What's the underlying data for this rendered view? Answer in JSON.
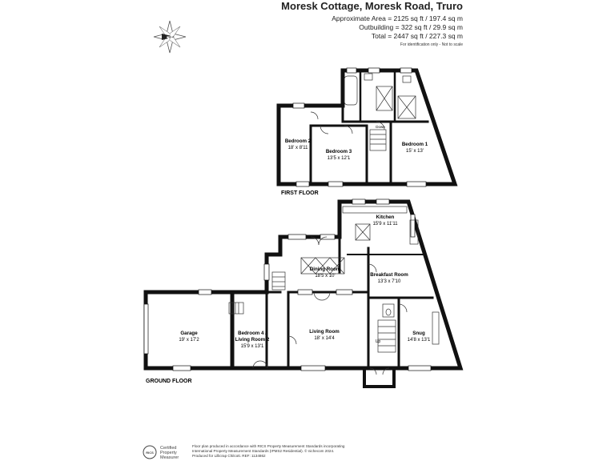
{
  "header": {
    "title": "Moresk Cottage, Moresk Road, Truro",
    "approx_area": "Approximate Area = 2125 sq ft / 197.4 sq m",
    "outbuilding": "Outbuilding = 322 sq ft / 29.9 sq m",
    "total": "Total = 2447 sq ft / 227.3 sq m",
    "note": "For identification only - Not to scale"
  },
  "compass": {
    "letter": "N",
    "icon": "compass-icon"
  },
  "first_floor": {
    "label": "FIRST FLOOR",
    "rooms": [
      {
        "name": "Bedroom 2",
        "dims": "18' x 8'11"
      },
      {
        "name": "Bedroom 3",
        "dims": "13'5 x 12'1"
      },
      {
        "name": "Bedroom 1",
        "dims": "15' x 13'"
      }
    ],
    "stairs_label": "Down"
  },
  "ground_floor": {
    "label": "GROUND FLOOR",
    "rooms": [
      {
        "name": "Kitchen",
        "dims": "15'9 x 11'11"
      },
      {
        "name": "Dining Room",
        "dims": "18'5 x 10'"
      },
      {
        "name": "Breakfast Room",
        "dims": "13'3 x 7'10"
      },
      {
        "name": "Garage",
        "dims": "19' x 17'2"
      },
      {
        "name": "Bedroom 4 /",
        "name2": "Living Room 2",
        "dims": "15'9 x 13'1"
      },
      {
        "name": "Living Room",
        "dims": "18' x 14'4"
      },
      {
        "name": "Snug",
        "dims": "14'8 x 13'1"
      }
    ],
    "stairs_label": "Up"
  },
  "footer": {
    "logo_lines": [
      "Certified",
      "Property",
      "Measurer"
    ],
    "logo_brand": "RICS",
    "disclaimer": [
      "Floor plan produced in accordance with RICS Property Measurement Standards incorporating",
      "International Property Measurement Standards (IPMS2 Residential). © nichecom 2024.",
      "Produced for Lillicrap Chilcott.   REF: 1134862"
    ]
  }
}
